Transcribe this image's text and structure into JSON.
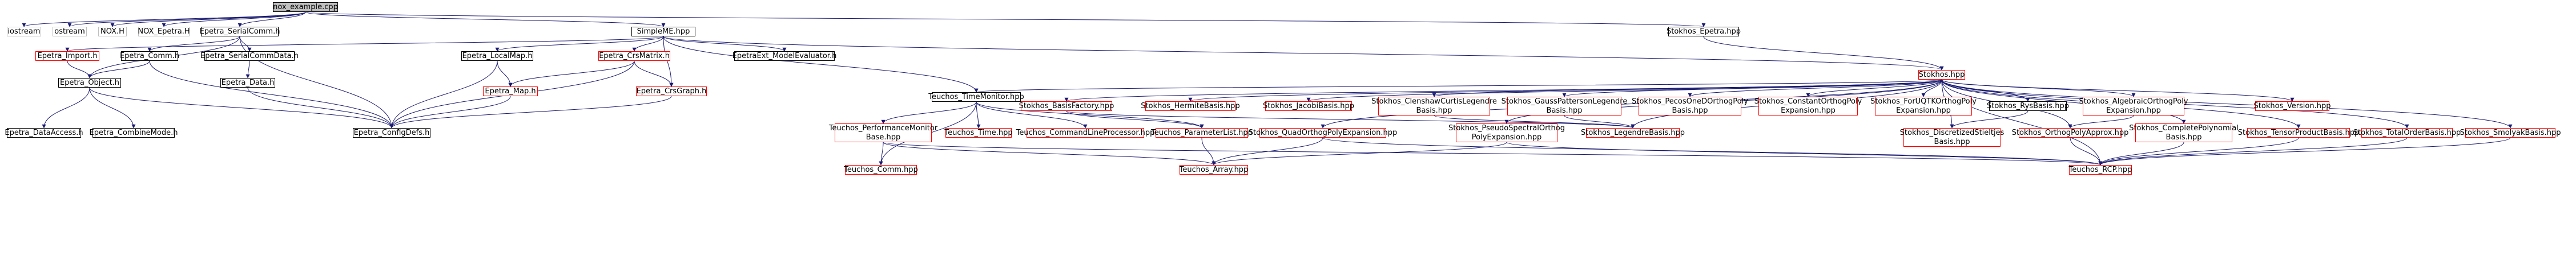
{
  "colors": {
    "edge": "#191970",
    "box_default": "#000000",
    "box_incomplete": "#ff0000",
    "box_system": "#bfbfbf",
    "root_fill": "#bfbfbf"
  },
  "nodes": {
    "root": "nox_example.cpp",
    "iostream": "iostream",
    "ostream": "ostream",
    "NOX_H": "NOX.H",
    "NOX_Epetra_H": "NOX_Epetra.H",
    "Epetra_SerialComm_h": "Epetra_SerialComm.h",
    "SimpleME_hpp": "SimpleME.hpp",
    "Stokhos_Epetra_hpp": "Stokhos_Epetra.hpp",
    "Epetra_Import_h": "Epetra_Import.h",
    "Epetra_Comm_h": "Epetra_Comm.h",
    "Epetra_SerialCommData_h": "Epetra_SerialCommData.h",
    "Epetra_LocalMap_h": "Epetra_LocalMap.h",
    "Epetra_CrsMatrix_h": "Epetra_CrsMatrix.h",
    "EpetraExt_ModelEvaluator_h": "EpetraExt_ModelEvaluator.h",
    "Stokhos_hpp": "Stokhos.hpp",
    "Epetra_Object_h": "Epetra_Object.h",
    "Epetra_Data_h": "Epetra_Data.h",
    "Epetra_Map_h": "Epetra_Map.h",
    "Epetra_CrsGraph_h": "Epetra_CrsGraph.h",
    "Teuchos_TimeMonitor_hpp": "Teuchos_TimeMonitor.hpp",
    "Epetra_DataAccess_h": "Epetra_DataAccess.h",
    "Epetra_CombineMode_h": "Epetra_CombineMode.h",
    "Epetra_ConfigDefs_h": "Epetra_ConfigDefs.h",
    "Stokhos_BasisFactory_hpp": "Stokhos_BasisFactory.hpp",
    "Stokhos_HermiteBasis_hpp": "Stokhos_HermiteBasis.hpp",
    "Stokhos_JacobiBasis_hpp": "Stokhos_JacobiBasis.hpp",
    "Stokhos_ClenshawCurtisLegendreBasis_hpp": "Stokhos_ClenshawCurtisLegendre\nBasis.hpp",
    "Stokhos_GaussPattersonLegendreBasis_hpp": "Stokhos_GaussPattersonLegendre\nBasis.hpp",
    "Stokhos_PecosOneDOrthogPolyBasis_hpp": "Stokhos_PecosOneDOrthogPoly\nBasis.hpp",
    "Stokhos_ConstantOrthogPolyExpansion_hpp": "Stokhos_ConstantOrthogPoly\nExpansion.hpp",
    "Stokhos_ForUQTKOrthogPolyExpansion_hpp": "Stokhos_ForUQTKOrthogPoly\nExpansion.hpp",
    "Stokhos_RysBasis_hpp": "Stokhos_RysBasis.hpp",
    "Stokhos_AlgebraicOrthogPolyExpansion_hpp": "Stokhos_AlgebraicOrthogPoly\nExpansion.hpp",
    "Stokhos_Version_hpp": "Stokhos_Version.hpp",
    "Teuchos_PerformanceMonitorBase_hpp": "Teuchos_PerformanceMonitor\nBase.hpp",
    "Teuchos_Time_hpp": "Teuchos_Time.hpp",
    "Teuchos_CommandLineProcessor_hpp": "Teuchos_CommandLineProcessor.hpp",
    "Teuchos_ParameterList_hpp": "Teuchos_ParameterList.hpp",
    "Stokhos_QuadOrthogPolyExpansion_hpp": "Stokhos_QuadOrthogPolyExpansion.hpp",
    "Stokhos_PseudoSpectralOrthogPolyExpansion_hpp": "Stokhos_PseudoSpectralOrthog\nPolyExpansion.hpp",
    "Stokhos_LegendreBasis_hpp": "Stokhos_LegendreBasis.hpp",
    "Stokhos_DiscretizedStieltjesBasis_hpp": "Stokhos_DiscretizedStieltjes\nBasis.hpp",
    "Stokhos_OrthogPolyApprox_hpp": "Stokhos_OrthogPolyApprox.hpp",
    "Stokhos_CompletePolynomialBasis_hpp": "Stokhos_CompletePolynomial\nBasis.hpp",
    "Stokhos_TensorProductBasis_hpp": "Stokhos_TensorProductBasis.hpp",
    "Stokhos_TotalOrderBasis_hpp": "Stokhos_TotalOrderBasis.hpp",
    "Stokhos_SmolyakBasis_hpp": "Stokhos_SmolyakBasis.hpp",
    "Teuchos_Comm_hpp": "Teuchos_Comm.hpp",
    "Teuchos_Array_hpp": "Teuchos_Array.hpp",
    "Teuchos_RCP_hpp": "Teuchos_RCP.hpp"
  }
}
